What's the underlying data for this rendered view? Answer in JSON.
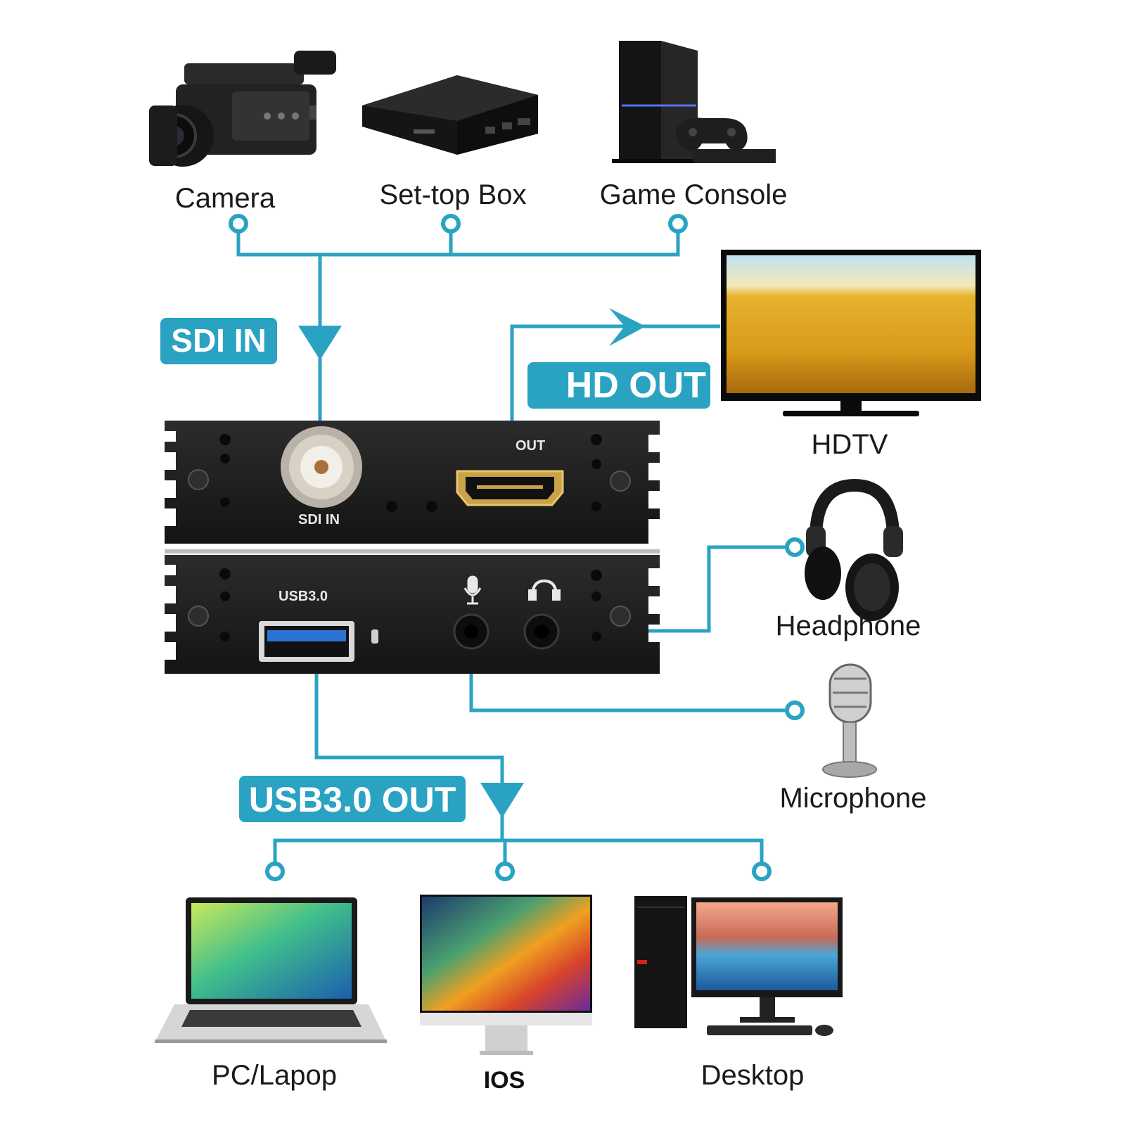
{
  "accent_color": "#2aa3c2",
  "sources": {
    "camera": "Camera",
    "settop": "Set-top Box",
    "console": "Game Console"
  },
  "badges": {
    "sdi_in": "SDI IN",
    "hd_out": "HD OUT",
    "usb_out": "USB3.0 OUT"
  },
  "device_panel": {
    "out_label": "OUT",
    "sdi_in_label": "SDI IN",
    "usb_label": "USB3.0"
  },
  "outputs": {
    "hdtv": "HDTV",
    "headphone": "Headphone",
    "microphone": "Microphone"
  },
  "targets": {
    "laptop": "PC/Lapop",
    "ios": "IOS",
    "desktop": "Desktop"
  },
  "icons": [
    "camera-icon",
    "settop-box-icon",
    "game-console-icon",
    "hdtv-icon",
    "headphone-icon",
    "microphone-icon",
    "laptop-icon",
    "imac-icon",
    "desktop-pc-icon",
    "mic-jack-icon",
    "headphone-jack-icon"
  ]
}
